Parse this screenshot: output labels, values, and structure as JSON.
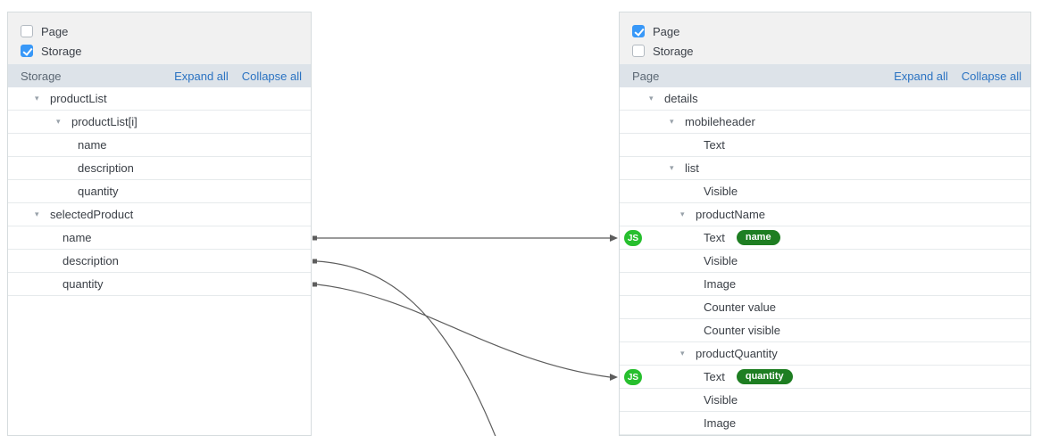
{
  "panels": [
    {
      "id": "storage",
      "filters": [
        {
          "label": "Page",
          "checked": false
        },
        {
          "label": "Storage",
          "checked": true
        }
      ],
      "header": {
        "title": "Storage",
        "expand_all_label": "Expand all",
        "collapse_all_label": "Collapse all"
      },
      "rows": [
        {
          "label": "productList",
          "indent": 30,
          "expandable": true,
          "js": false,
          "badge": null
        },
        {
          "label": "productList[i]",
          "indent": 54,
          "expandable": true,
          "js": false,
          "badge": null
        },
        {
          "label": "name",
          "indent": 78,
          "expandable": false,
          "js": false,
          "badge": null
        },
        {
          "label": "description",
          "indent": 78,
          "expandable": false,
          "js": false,
          "badge": null
        },
        {
          "label": "quantity",
          "indent": 78,
          "expandable": false,
          "js": false,
          "badge": null
        },
        {
          "label": "selectedProduct",
          "indent": 30,
          "expandable": true,
          "js": false,
          "badge": null
        },
        {
          "label": "name",
          "indent": 61,
          "expandable": false,
          "js": false,
          "badge": null
        },
        {
          "label": "description",
          "indent": 61,
          "expandable": false,
          "js": false,
          "badge": null
        },
        {
          "label": "quantity",
          "indent": 61,
          "expandable": false,
          "js": false,
          "badge": null
        }
      ]
    },
    {
      "id": "page",
      "filters": [
        {
          "label": "Page",
          "checked": true
        },
        {
          "label": "Storage",
          "checked": false
        }
      ],
      "header": {
        "title": "Page",
        "expand_all_label": "Expand all",
        "collapse_all_label": "Collapse all"
      },
      "rows": [
        {
          "label": "details",
          "indent": 33,
          "expandable": true,
          "js": false,
          "badge": null
        },
        {
          "label": "mobileheader",
          "indent": 56,
          "expandable": true,
          "js": false,
          "badge": null
        },
        {
          "label": "Text",
          "indent": 94,
          "expandable": false,
          "js": false,
          "badge": null
        },
        {
          "label": "list",
          "indent": 56,
          "expandable": true,
          "js": false,
          "badge": null
        },
        {
          "label": "Visible",
          "indent": 94,
          "expandable": false,
          "js": false,
          "badge": null
        },
        {
          "label": "productName",
          "indent": 68,
          "expandable": true,
          "js": false,
          "badge": null
        },
        {
          "label": "Text",
          "indent": 94,
          "expandable": false,
          "js": true,
          "badge": "name"
        },
        {
          "label": "Visible",
          "indent": 94,
          "expandable": false,
          "js": false,
          "badge": null
        },
        {
          "label": "Image",
          "indent": 94,
          "expandable": false,
          "js": false,
          "badge": null
        },
        {
          "label": "Counter value",
          "indent": 94,
          "expandable": false,
          "js": false,
          "badge": null
        },
        {
          "label": "Counter visible",
          "indent": 94,
          "expandable": false,
          "js": false,
          "badge": null
        },
        {
          "label": "productQuantity",
          "indent": 68,
          "expandable": true,
          "js": false,
          "badge": null
        },
        {
          "label": "Text",
          "indent": 94,
          "expandable": false,
          "js": true,
          "badge": "quantity"
        },
        {
          "label": "Visible",
          "indent": 94,
          "expandable": false,
          "js": false,
          "badge": null
        },
        {
          "label": "Image",
          "indent": 94,
          "expandable": false,
          "js": false,
          "badge": null
        }
      ]
    }
  ],
  "badges": {
    "js_label": "JS"
  },
  "icons": {
    "expander_glyph": "▾"
  },
  "connectors": [
    {
      "id": "selectedProduct-name-to-productName-Text",
      "from_panel": 0,
      "from_row": 6,
      "to_panel": 1,
      "to_row": 6,
      "shape": "straight"
    },
    {
      "id": "selectedProduct-description-offscreen",
      "from_panel": 0,
      "from_row": 7,
      "to_panel": 1,
      "to_row": null,
      "shape": "offscreen-down"
    },
    {
      "id": "selectedProduct-quantity-to-productQuantity-Text",
      "from_panel": 0,
      "from_row": 8,
      "to_panel": 1,
      "to_row": 12,
      "shape": "s-curve"
    }
  ],
  "colors": {
    "checkbox_blue": "#3898f8",
    "link_blue": "#2b73c2",
    "header_bg": "#dde3e9",
    "filter_bg": "#f1f1f1",
    "js_badge_green": "#27bf2e",
    "pill_green": "#1e7e22",
    "connector_gray": "#5d5d5d"
  }
}
